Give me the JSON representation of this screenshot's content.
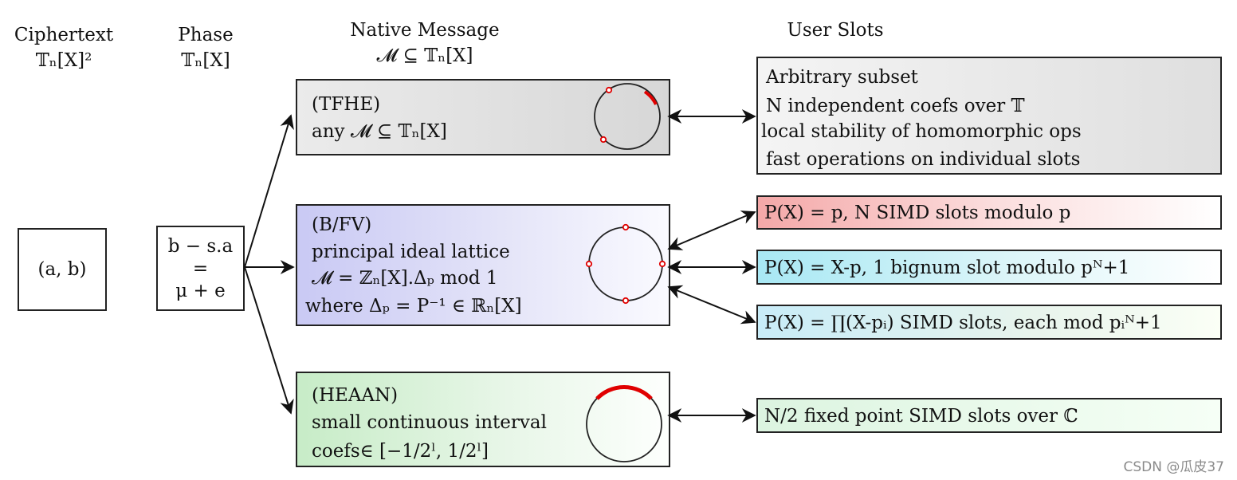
{
  "headers": {
    "ciphertext_title": "Ciphertext",
    "ciphertext_sub": "𝕋ₙ[X]²",
    "phase_title": "Phase",
    "phase_sub": "𝕋ₙ[X]",
    "native_title": "Native Message",
    "native_sub": "𝓜 ⊆ 𝕋ₙ[X]",
    "user_title": "User Slots"
  },
  "ciphertext_box": {
    "text": "(a, b)"
  },
  "phase_box": {
    "line1": "b − s.a",
    "line2": "=",
    "line3": "μ + e"
  },
  "native_boxes": {
    "tfhe": {
      "line1": "(TFHE)",
      "line2": "any 𝓜 ⊆ 𝕋ₙ[X]"
    },
    "bfv": {
      "line1": "(B/FV)",
      "line2": "principal ideal lattice",
      "line3": "𝓜 = ℤₙ[X].Δₚ  mod 1",
      "line4": "where Δₚ = P⁻¹ ∈ ℝₙ[X]"
    },
    "heaan": {
      "line1": "(HEAAN)",
      "line2": "small continuous interval",
      "line3": "coefs∈ [−1/2ˡ, 1/2ˡ]"
    }
  },
  "user_boxes": {
    "arbitrary": {
      "line1": "Arbitrary subset",
      "line2": "N independent coefs over 𝕋",
      "line3": "local stability of homomorphic ops",
      "line4": "fast operations on individual slots"
    },
    "simd_p": "P(X) = p, N SIMD slots modulo p",
    "bignum": "P(X) = X-p, 1 bignum slot modulo pᴺ+1",
    "product": "P(X) = ∏(X-pᵢ) SIMD slots, each mod pᵢᴺ+1",
    "fixed_point": "N/2 fixed point SIMD slots over ℂ"
  },
  "watermark": "CSDN @瓜皮37",
  "colors": {
    "marker_red": "#e00000",
    "tfhe_fill": "#e0e0e0",
    "bfv_fill": "#d6d6f6",
    "heaan_fill": "#d8f2d8",
    "simd_fill": "#f7bcbc",
    "bignum_fill": "#bdeef6"
  }
}
